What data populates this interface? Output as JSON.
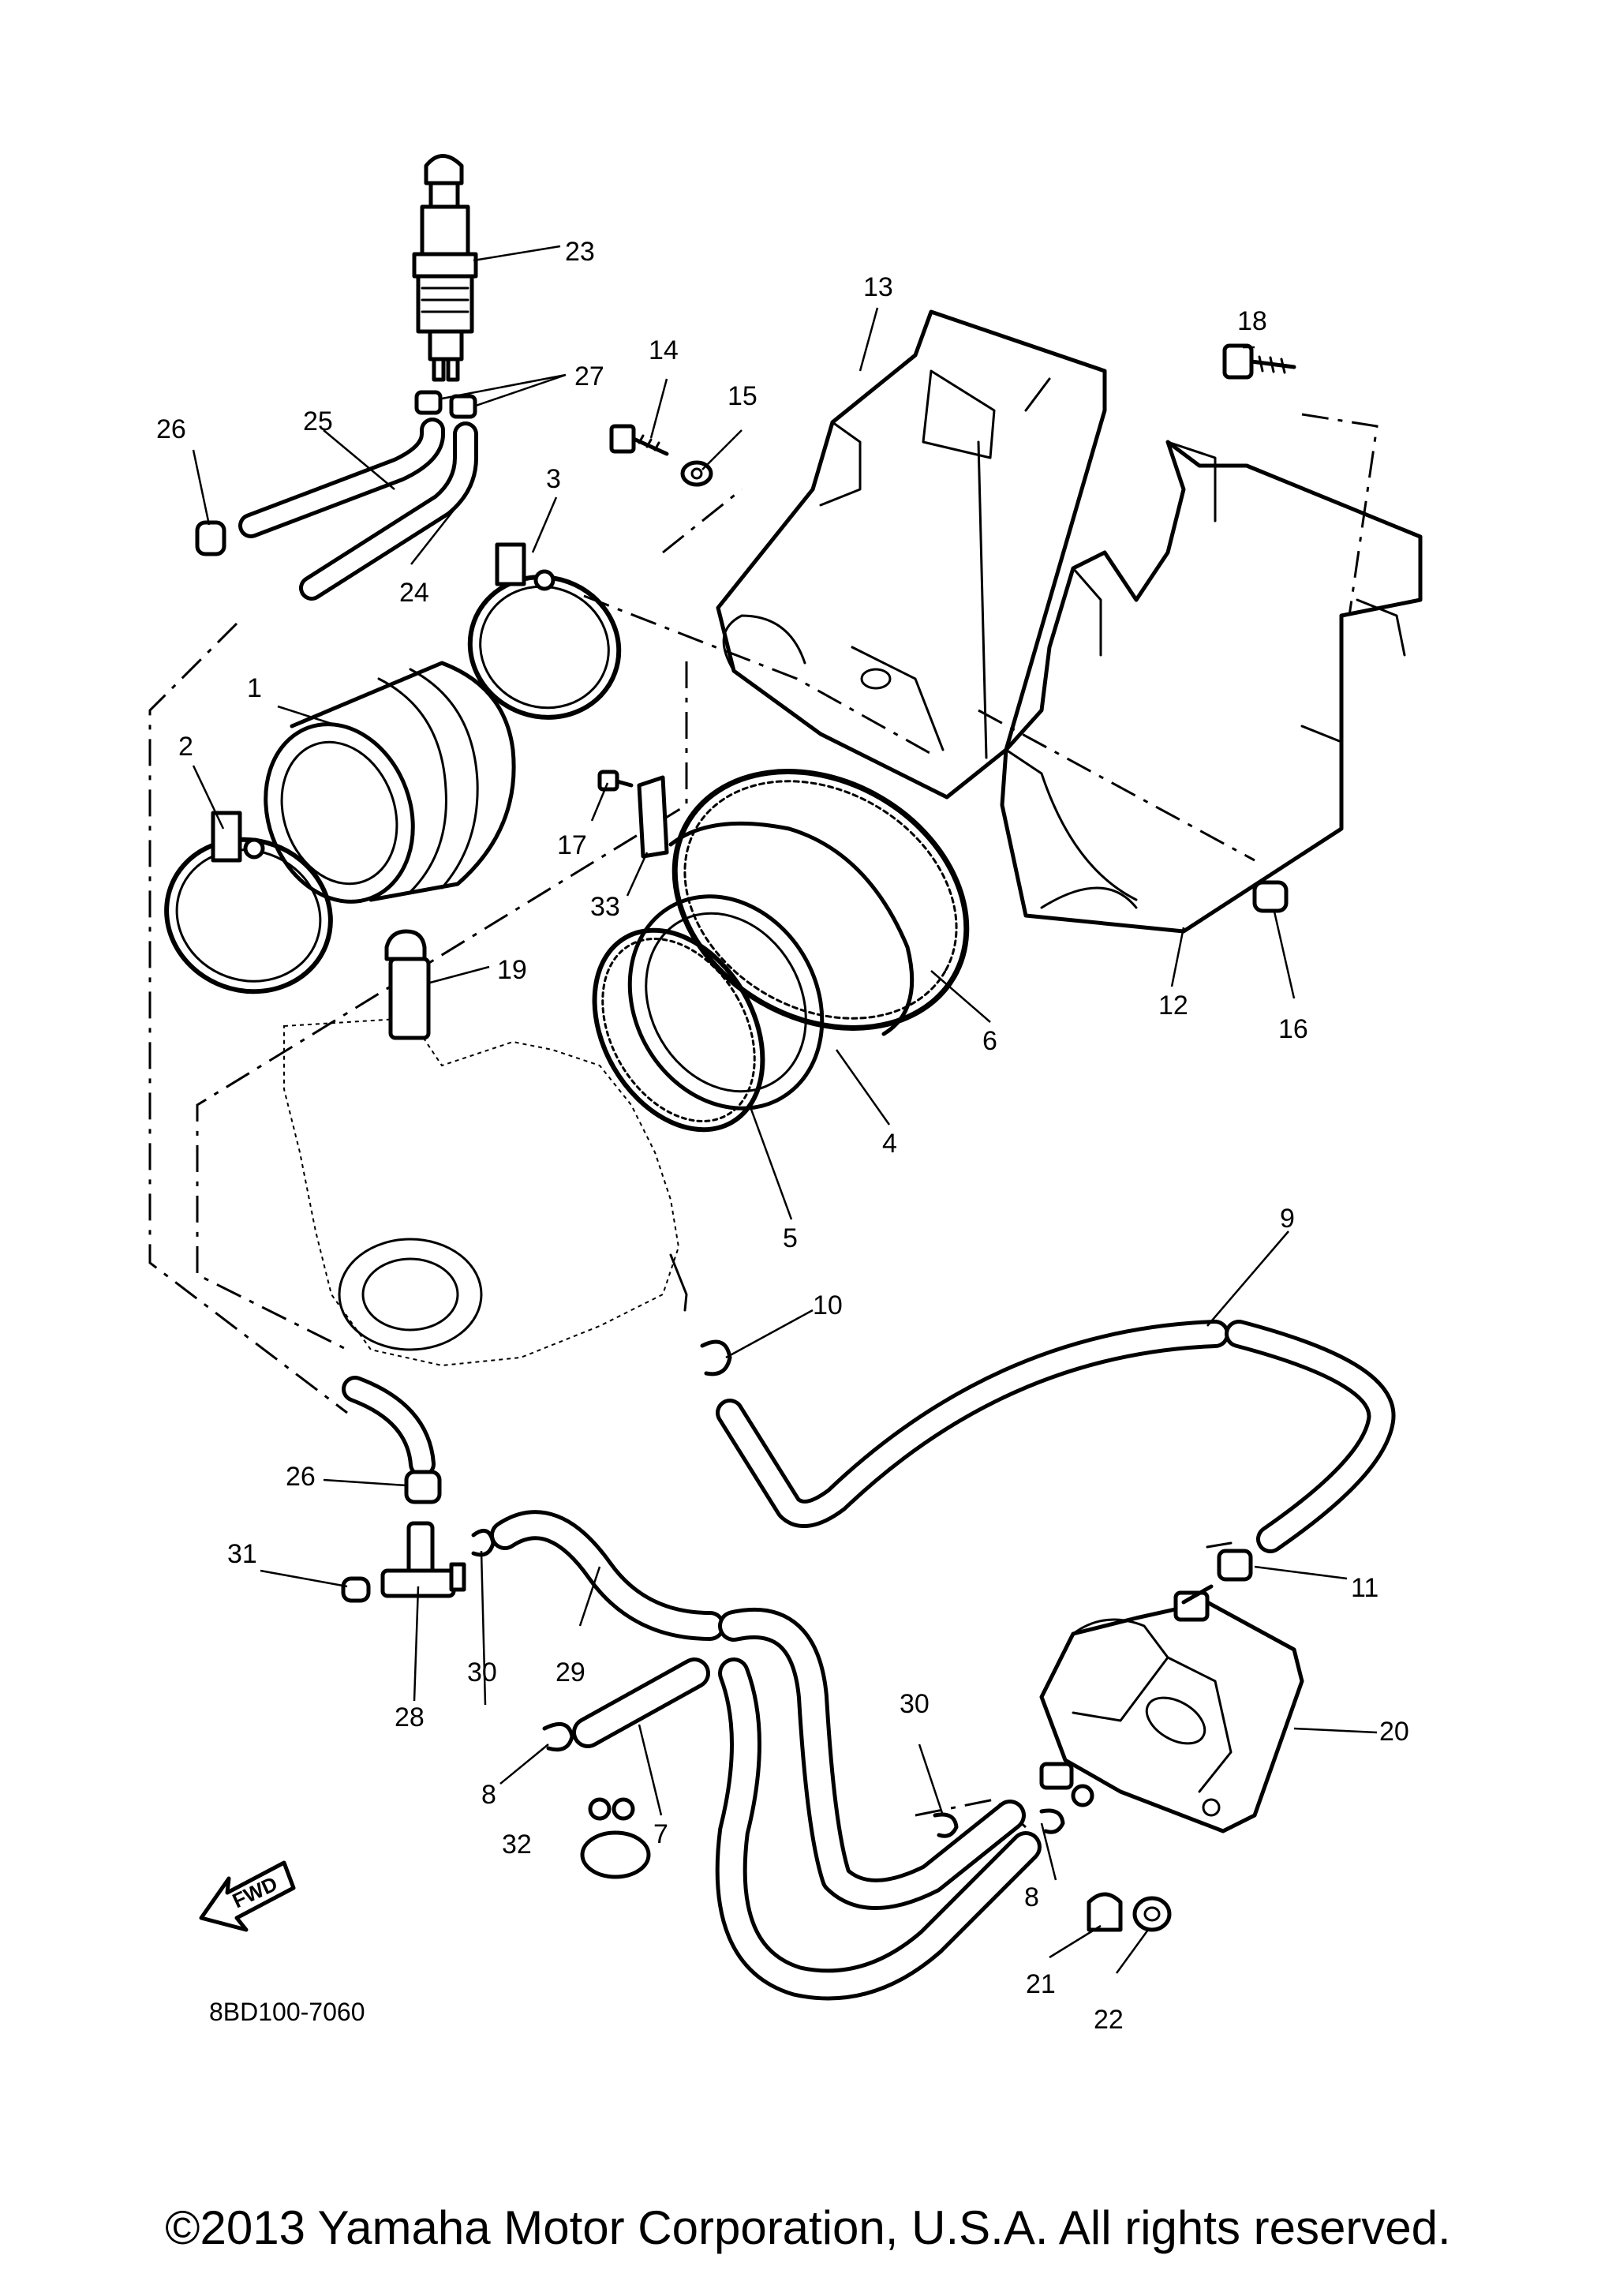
{
  "diagram": {
    "part_numbers": [
      "1",
      "2",
      "3",
      "4",
      "5",
      "6",
      "7",
      "8",
      "9",
      "10",
      "11",
      "12",
      "13",
      "14",
      "15",
      "16",
      "17",
      "18",
      "19",
      "20",
      "21",
      "22",
      "23",
      "24",
      "25",
      "26",
      "27",
      "28",
      "29",
      "30",
      "31",
      "32",
      "33"
    ],
    "fwd_label": "FWD",
    "drawing_code": "8BD100-7060"
  },
  "copyright": "©2013 Yamaha Motor Corporation, U.S.A. All rights reserved."
}
